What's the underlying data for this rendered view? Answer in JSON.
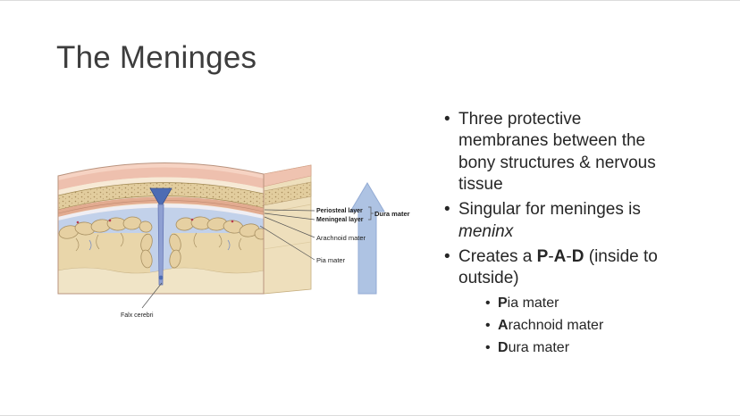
{
  "title": "The Meninges",
  "bullets": {
    "marker": "•",
    "b1": "Three protective membranes between the bony structures & nervous tissue",
    "b2_prefix": "Singular for meninges is ",
    "b2_italic": "meninx",
    "b3": {
      "t1": "Creates a ",
      "p": "P",
      "sep1": "-",
      "a": "A",
      "sep2": "-",
      "d": "D",
      "t2": " (inside to outside)"
    },
    "sub": [
      {
        "bold": "P",
        "rest": "ia mater"
      },
      {
        "bold": "A",
        "rest": "rachnoid mater"
      },
      {
        "bold": "D",
        "rest": "ura mater"
      }
    ]
  },
  "diagram": {
    "labels": {
      "periosteal": "Periosteal layer",
      "meningeal": "Meningeal layer",
      "dura": "Dura mater",
      "arachnoid": "Arachnoid mater",
      "pia": "Pia mater",
      "falx": "Falx cerebri"
    },
    "arrow_color": "#aec3e3"
  }
}
